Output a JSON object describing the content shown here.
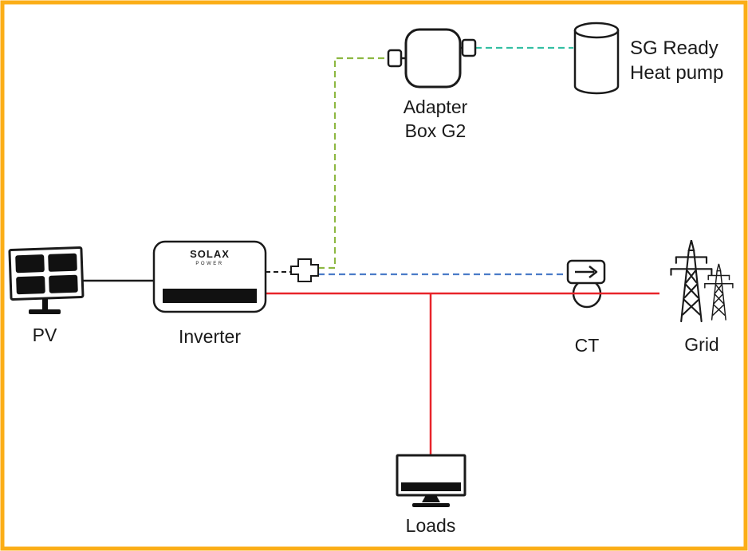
{
  "colors": {
    "border": "#FBAE17",
    "black": "#1A1A1A",
    "red": "#E8242A",
    "green": "#8DB842",
    "teal": "#34BFA3",
    "blue": "#4A7BC8"
  },
  "labels": {
    "pv": "PV",
    "inverter": "Inverter",
    "adapter_line1": "Adapter",
    "adapter_line2": "Box G2",
    "heatpump_line1": "SG Ready",
    "heatpump_line2": "Heat pump",
    "ct": "CT",
    "grid": "Grid",
    "loads": "Loads"
  },
  "inverter_brand": {
    "line1": "SOLAX",
    "line2": "POWER"
  }
}
